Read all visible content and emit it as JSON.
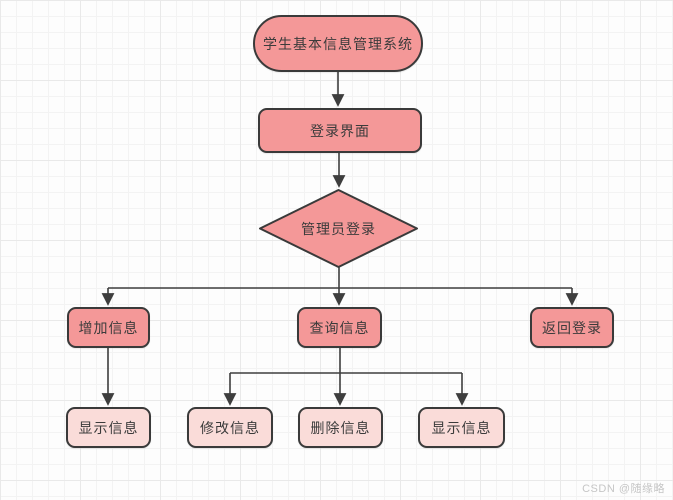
{
  "diagram": {
    "type": "flowchart",
    "title_node": "学生基本信息管理系统",
    "nodes": {
      "root": {
        "label": "学生基本信息管理系统",
        "shape": "stadium",
        "fill": "#f49898"
      },
      "login": {
        "label": "登录界面",
        "shape": "rect",
        "fill": "#f49898"
      },
      "admin_check": {
        "label": "管理员登录",
        "shape": "diamond",
        "fill": "#f49898"
      },
      "add_info": {
        "label": "增加信息",
        "shape": "rect",
        "fill": "#f49898"
      },
      "query_info": {
        "label": "查询信息",
        "shape": "rect",
        "fill": "#f49898"
      },
      "return_login": {
        "label": "返回登录",
        "shape": "rect",
        "fill": "#f49898"
      },
      "show_info_1": {
        "label": "显示信息",
        "shape": "rect",
        "fill": "#fadcd9"
      },
      "modify_info": {
        "label": "修改信息",
        "shape": "rect",
        "fill": "#fadcd9"
      },
      "delete_info": {
        "label": "删除信息",
        "shape": "rect",
        "fill": "#fadcd9"
      },
      "show_info_2": {
        "label": "显示信息",
        "shape": "rect",
        "fill": "#fadcd9"
      }
    },
    "edges": [
      {
        "from": "root",
        "to": "login"
      },
      {
        "from": "login",
        "to": "admin_check"
      },
      {
        "from": "admin_check",
        "to": "add_info"
      },
      {
        "from": "admin_check",
        "to": "query_info"
      },
      {
        "from": "admin_check",
        "to": "return_login"
      },
      {
        "from": "add_info",
        "to": "show_info_1"
      },
      {
        "from": "query_info",
        "to": "modify_info"
      },
      {
        "from": "query_info",
        "to": "delete_info"
      },
      {
        "from": "query_info",
        "to": "show_info_2"
      }
    ],
    "colors": {
      "node_fill": "#f49898",
      "node_fill_light": "#fadcd9",
      "node_border": "#3a3a3a",
      "arrow": "#3e3e3e",
      "text": "#3b3b3b",
      "grid_minor": "#f3f3f3",
      "grid_major": "#e9e9e9"
    }
  },
  "watermark": {
    "text": "CSDN @随缘略"
  }
}
